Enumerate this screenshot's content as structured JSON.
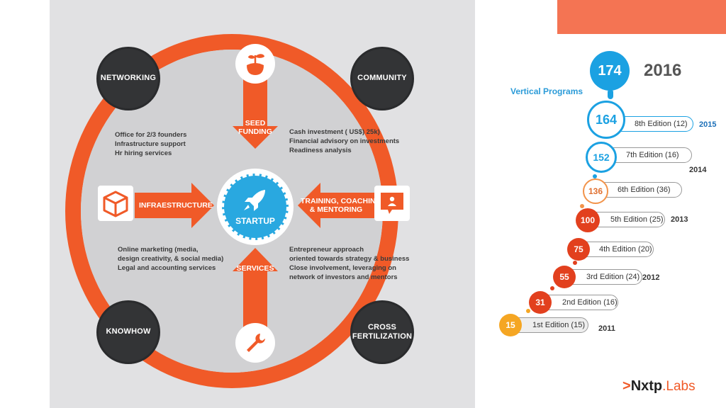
{
  "diagram": {
    "corners": {
      "networking": "NETWORKING",
      "community": "COMMUNITY",
      "knowhow": "KNOWHOW",
      "cross": "CROSS\nFERTILIZATION"
    },
    "center": "STARTUP",
    "arrows": {
      "seed": "SEED\nFUNDING",
      "infra": "INFRAESTRUCTURE",
      "training": "TRAINING, COACHING\n& MENTORING",
      "services": "SERVICES"
    },
    "texts": {
      "top_left": [
        "Office for 2/3 founders",
        "Infrastructure support",
        "Hr hiring services"
      ],
      "top_right": [
        "Cash investment ( US$) 25k)",
        "Financial advisory on investments",
        "Readiness analysis"
      ],
      "bottom_left": [
        "Online marketing (media,",
        "design creativity, & social media)",
        "Legal and accounting services"
      ],
      "bottom_right": [
        "Entrepreneur approach",
        "oriented towards strategy & business",
        "Close involvement, leveraging on",
        "network of investors and mentors"
      ]
    }
  },
  "timeline": {
    "vertical_programs": "Vertical Programs",
    "top_number": "174",
    "top_year": "2016",
    "editions": [
      {
        "num": "164",
        "label": "8th Edition (12)",
        "year": "2015"
      },
      {
        "num": "152",
        "label": "7th Edition (16)",
        "year": "2014"
      },
      {
        "num": "136",
        "label": "6th Edition (36)",
        "year": ""
      },
      {
        "num": "100",
        "label": "5th Edition (25)",
        "year": "2013"
      },
      {
        "num": "75",
        "label": "4th Edition (20)",
        "year": ""
      },
      {
        "num": "55",
        "label": "3rd Edition (24)",
        "year": "2012"
      },
      {
        "num": "31",
        "label": "2nd Edition (16)",
        "year": ""
      },
      {
        "num": "15",
        "label": "1st Edition (15)",
        "year": "2011"
      }
    ]
  },
  "logo": {
    "caret": ">",
    "name": "Nxtp",
    "suffix": ".Labs"
  },
  "colors": {
    "orange": "#f05a28",
    "blue": "#29a8e0",
    "dark": "#333436"
  }
}
